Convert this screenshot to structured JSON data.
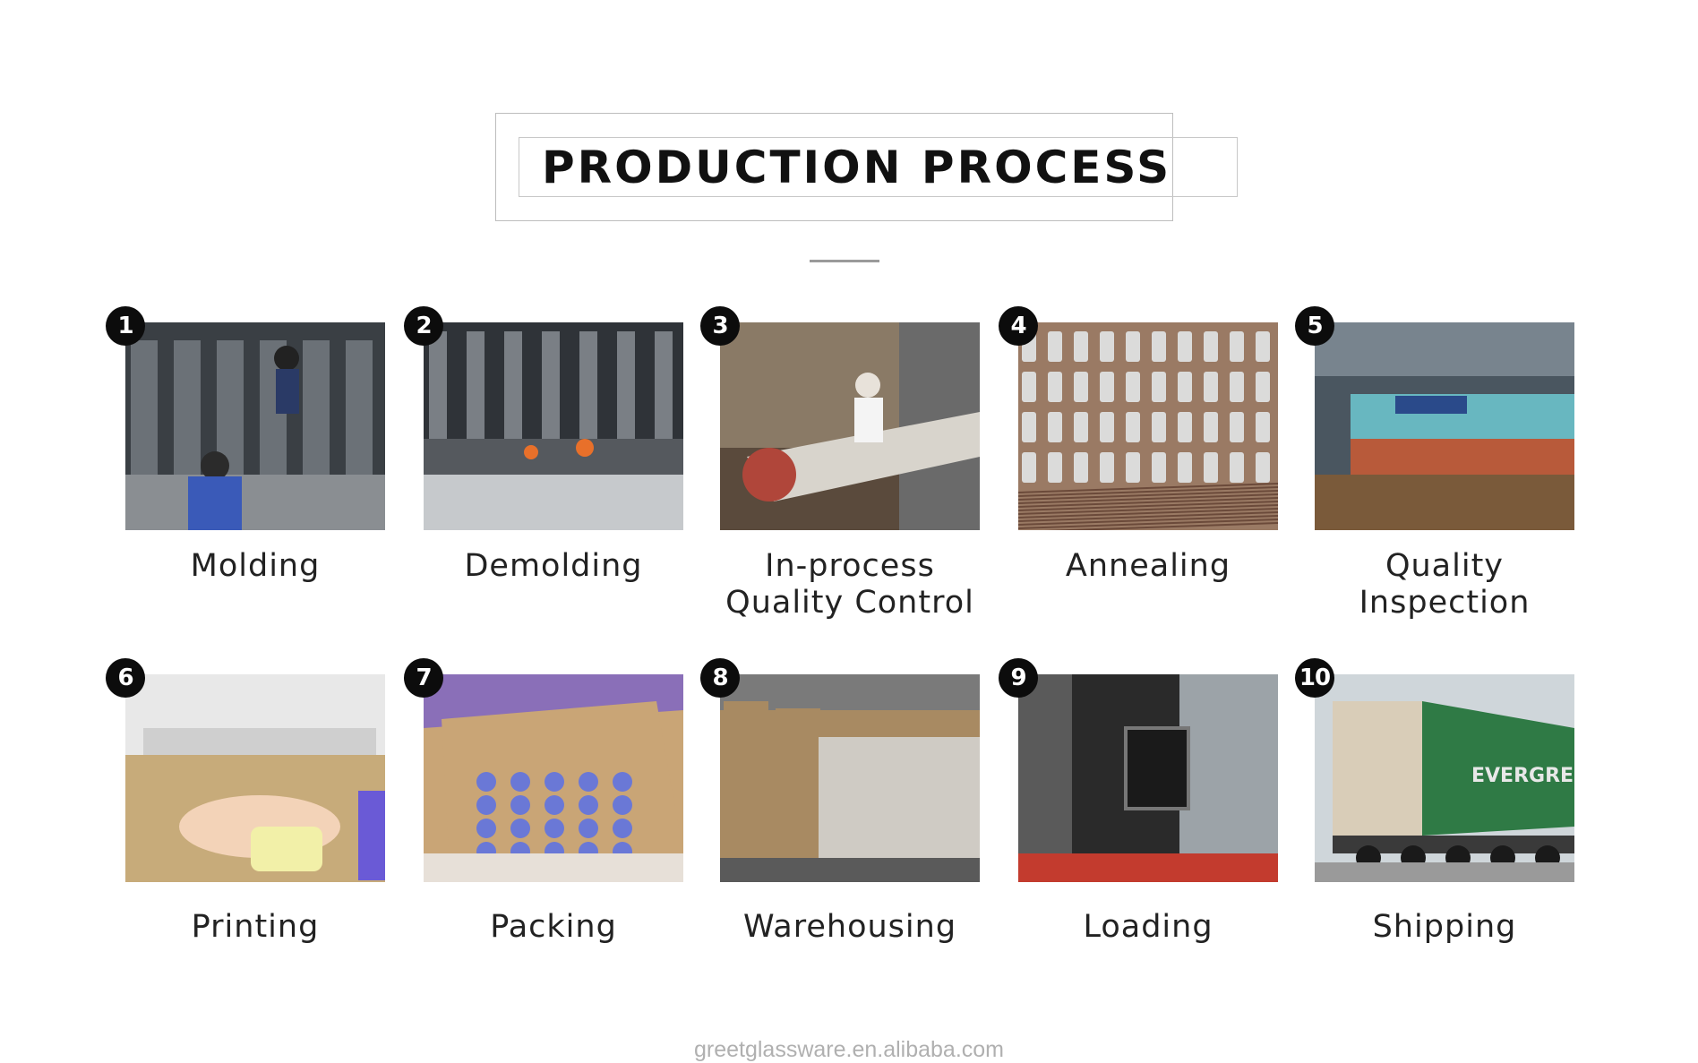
{
  "header": {
    "title": "PRODUCTION PROCESS"
  },
  "steps": [
    {
      "number": "1",
      "label": [
        "Molding"
      ],
      "icon": "molding-photo",
      "palette": [
        "#3a3f44",
        "#8c9399",
        "#d9dde0"
      ]
    },
    {
      "number": "2",
      "label": [
        "Demolding"
      ],
      "icon": "demolding-photo",
      "palette": [
        "#2f3338",
        "#9aa0a6",
        "#e8702a"
      ]
    },
    {
      "number": "3",
      "label": [
        "In-process",
        "Quality Control"
      ],
      "icon": "quality-control-photo",
      "palette": [
        "#5a4a3c",
        "#d8d4cc",
        "#b0463a"
      ]
    },
    {
      "number": "4",
      "label": [
        "Annealing"
      ],
      "icon": "annealing-photo",
      "palette": [
        "#6b4a3a",
        "#e6ecef",
        "#9a7a64"
      ]
    },
    {
      "number": "5",
      "label": [
        "Quality",
        "Inspection"
      ],
      "icon": "inspection-photo",
      "palette": [
        "#4a5660",
        "#6fd0d8",
        "#7a5a3a"
      ]
    },
    {
      "number": "6",
      "label": [
        "Printing"
      ],
      "icon": "printing-photo",
      "palette": [
        "#c7ab7a",
        "#e8e8e8",
        "#f3d3b8"
      ]
    },
    {
      "number": "7",
      "label": [
        "Packing"
      ],
      "icon": "packing-photo",
      "palette": [
        "#c9a576",
        "#6a78d6",
        "#e7e0d8"
      ]
    },
    {
      "number": "8",
      "label": [
        "Warehousing"
      ],
      "icon": "warehouse-photo",
      "palette": [
        "#a88a62",
        "#d6d6d6",
        "#5a5a5a"
      ]
    },
    {
      "number": "9",
      "label": [
        "Loading"
      ],
      "icon": "loading-photo",
      "palette": [
        "#3e3e3e",
        "#c33b2e",
        "#9ca3a8"
      ]
    },
    {
      "number": "10",
      "label": [
        "Shipping"
      ],
      "icon": "shipping-photo",
      "palette": [
        "#2f7a45",
        "#d9cdb8",
        "#8a6a4a"
      ]
    }
  ],
  "footer": {
    "text": "greetglassware.en.alibaba.com"
  }
}
